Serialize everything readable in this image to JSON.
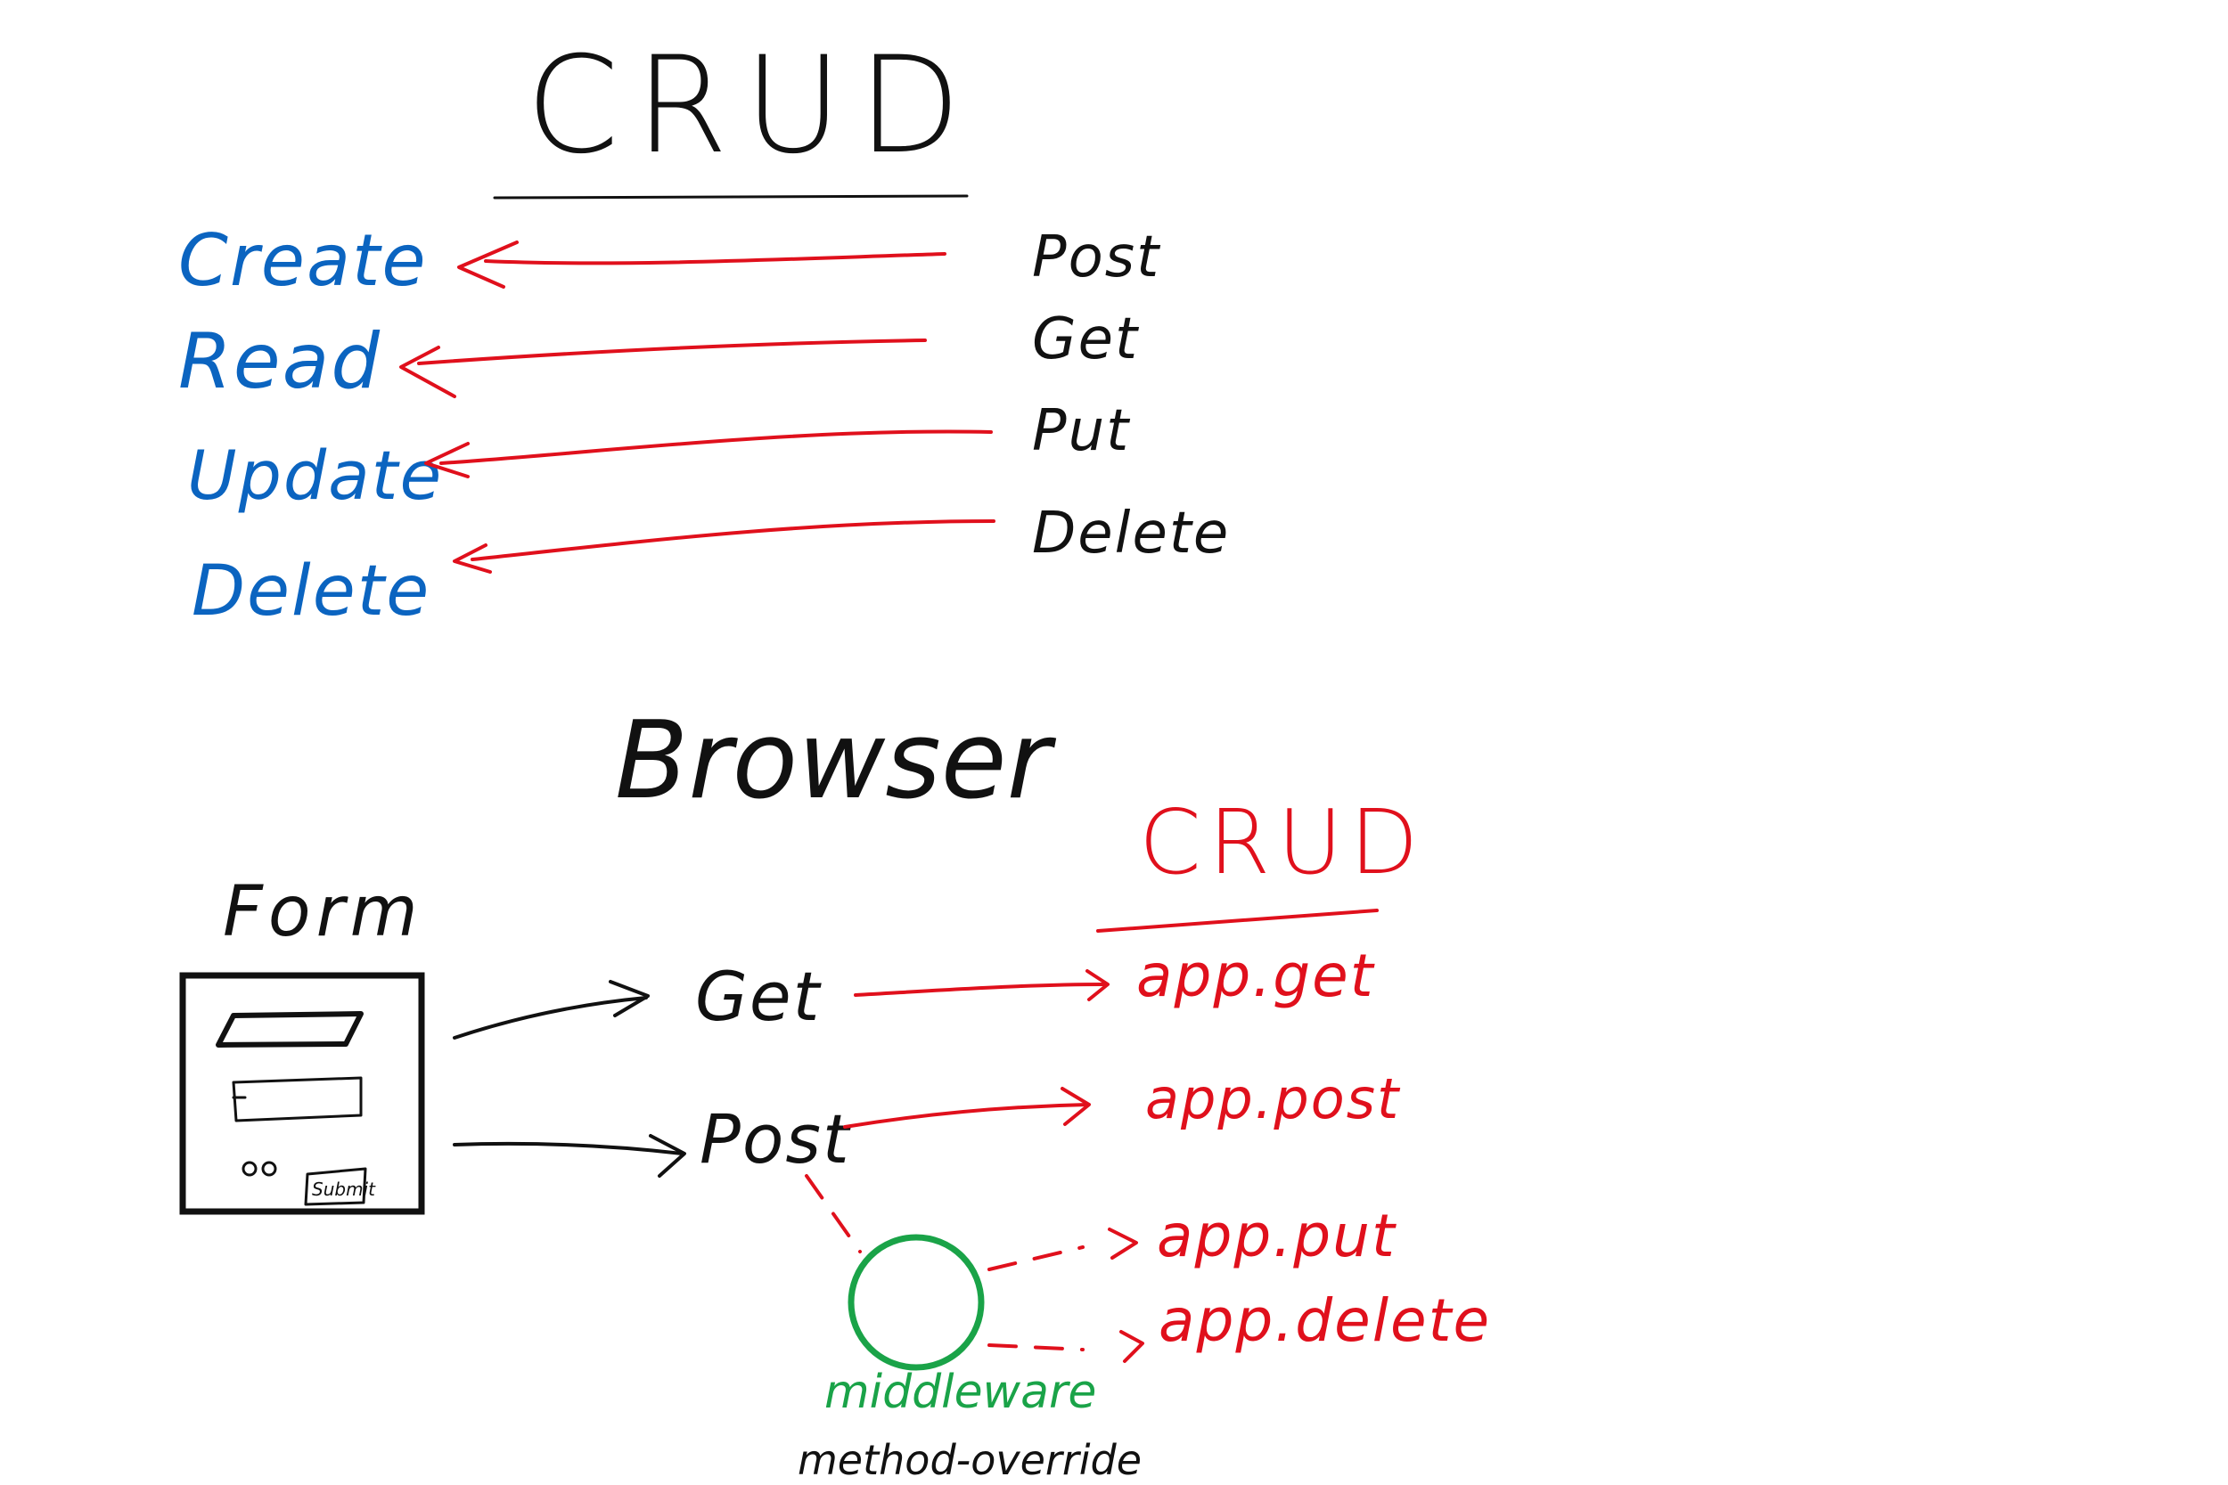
{
  "crud_section": {
    "title": "CRUD",
    "operations": [
      {
        "crud": "Create",
        "http": "Post"
      },
      {
        "crud": "Read",
        "http": "Get"
      },
      {
        "crud": "Update",
        "http": "Put"
      },
      {
        "crud": "Delete",
        "http": "Delete"
      }
    ]
  },
  "browser_section": {
    "title": "Browser",
    "form_label": "Form",
    "form_submit_label": "Submit",
    "form_methods": [
      "Get",
      "Post"
    ],
    "crud_title": "CRUD",
    "routes": [
      "app.get",
      "app.post",
      "app.put",
      "app.delete"
    ],
    "middleware_label": "middleware",
    "middleware_name": "method-override"
  },
  "colors": {
    "ink": "#111111",
    "crud_ops": "#0b64c0",
    "arrows_and_routes": "#e0101c",
    "middleware": "#1aa348"
  }
}
